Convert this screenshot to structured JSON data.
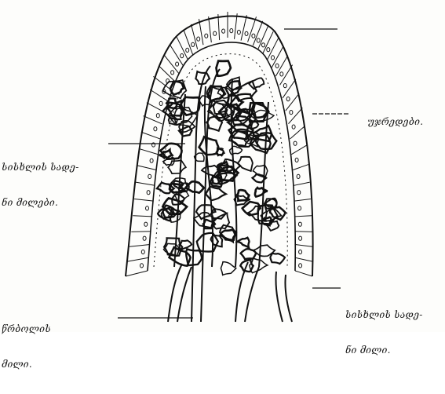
{
  "labels": {
    "cells": "უჯრედები.",
    "capillaries_left": [
      "სისხლის სადე-",
      "ნი მილები."
    ],
    "capillaries_right": [
      "სისხლის სადე-",
      "ნი მილი."
    ],
    "lymph_vessel": [
      "წრბოლის",
      "მილი."
    ]
  },
  "colors": {
    "ink": "#111111",
    "paper": "#fdfdfb"
  }
}
